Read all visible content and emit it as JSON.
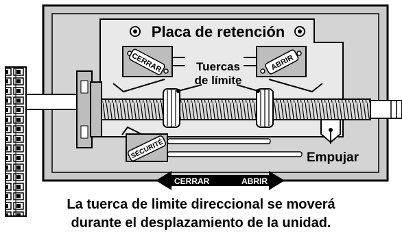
{
  "title": "Placa de retención",
  "switches": {
    "close": "CERRAR",
    "open": "ABRIR",
    "safety": "SÉCURITÉ"
  },
  "callouts": {
    "limit_nuts_line1": "Tuercas",
    "limit_nuts_line2": "de límite",
    "push": "Empujar"
  },
  "direction_arrow": {
    "left": "CERRAR",
    "right": "ABRIR"
  },
  "caption": {
    "line1": "La tuerca de limite direccional se moverá",
    "line2": "durante el desplazamiento de la unidad."
  },
  "colors": {
    "housing": "#c9c9c9",
    "plate": "#e9e9e9",
    "outline": "#000000",
    "arrow": "#000000"
  }
}
